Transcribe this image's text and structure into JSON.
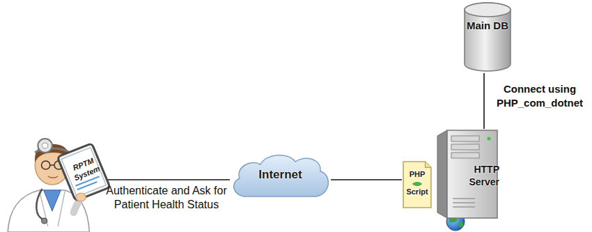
{
  "diagram": {
    "nodes": [
      {
        "text": [
          "RPTM System"
        ]
      },
      {
        "text": [
          "Internet"
        ]
      },
      {
        "text": [
          "PHP Script"
        ]
      },
      {
        "text": [
          "HTTP Server"
        ]
      },
      {
        "text": [
          "Main DB"
        ]
      }
    ],
    "edges": [
      {
        "from": 0,
        "to": 1,
        "arrow": "none",
        "label": "Authenticate and Ask for Patient Health Status"
      },
      {
        "from": 1,
        "to": 2,
        "arrow": "none"
      },
      {
        "from": 4,
        "to": 3,
        "arrow": "none",
        "label": "Connect using PHP_com_dotnet"
      }
    ]
  }
}
